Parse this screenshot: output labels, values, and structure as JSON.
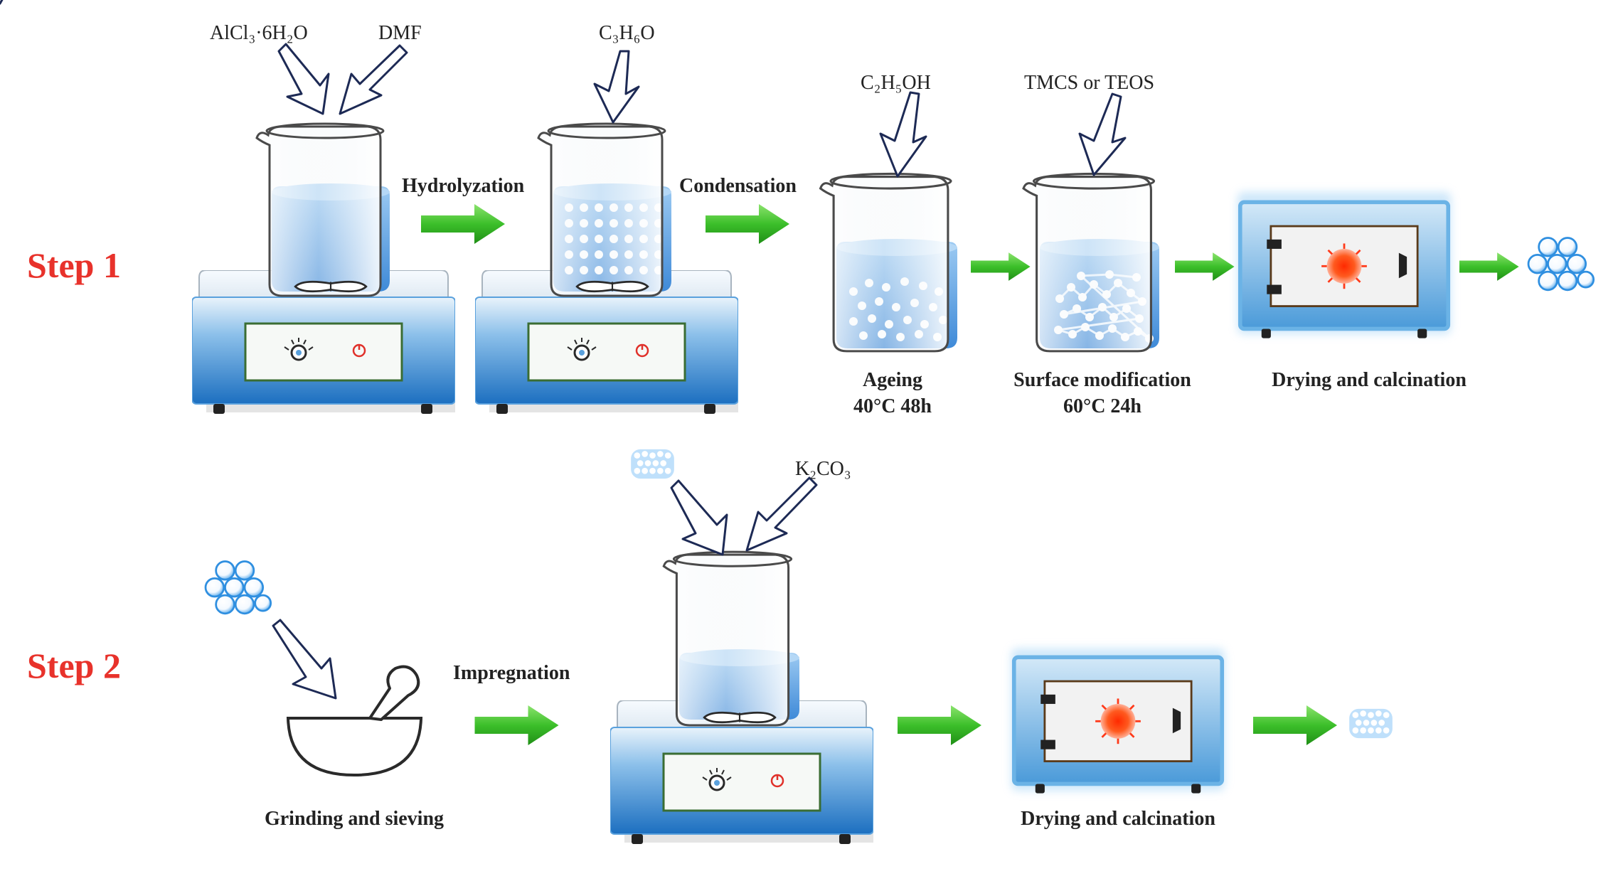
{
  "colors": {
    "step_label": "#e8322b",
    "arrow_green": "#3cbf2a",
    "liquid_blue": "#5b9fe0",
    "stand_blue": "#1f78c9",
    "oven_border": "#6bb3e6",
    "heater_red": "#ff3a1a"
  },
  "step1": {
    "label": "Step 1",
    "reagents": {
      "r1": "AlCl₃·6H₂O",
      "r2": "DMF",
      "r3": "C₃H₆O",
      "r4": "C₂H₅OH",
      "r5": "TMCS  or  TEOS"
    },
    "arrow_labels": {
      "a1": "Hydrolyzation",
      "a2": "Condensation"
    },
    "stages": {
      "ageing_title": "Ageing",
      "ageing_cond": "40°C 48h",
      "surface_title": "Surface modification",
      "surface_cond": "60°C 24h",
      "drying": "Drying and calcination"
    }
  },
  "step2": {
    "label": "Step 2",
    "reagents": {
      "r1": "K₂CO₃"
    },
    "arrow_labels": {
      "a1": "Impregnation"
    },
    "stages": {
      "grinding": "Grinding and sieving",
      "drying": "Drying and calcination"
    }
  }
}
